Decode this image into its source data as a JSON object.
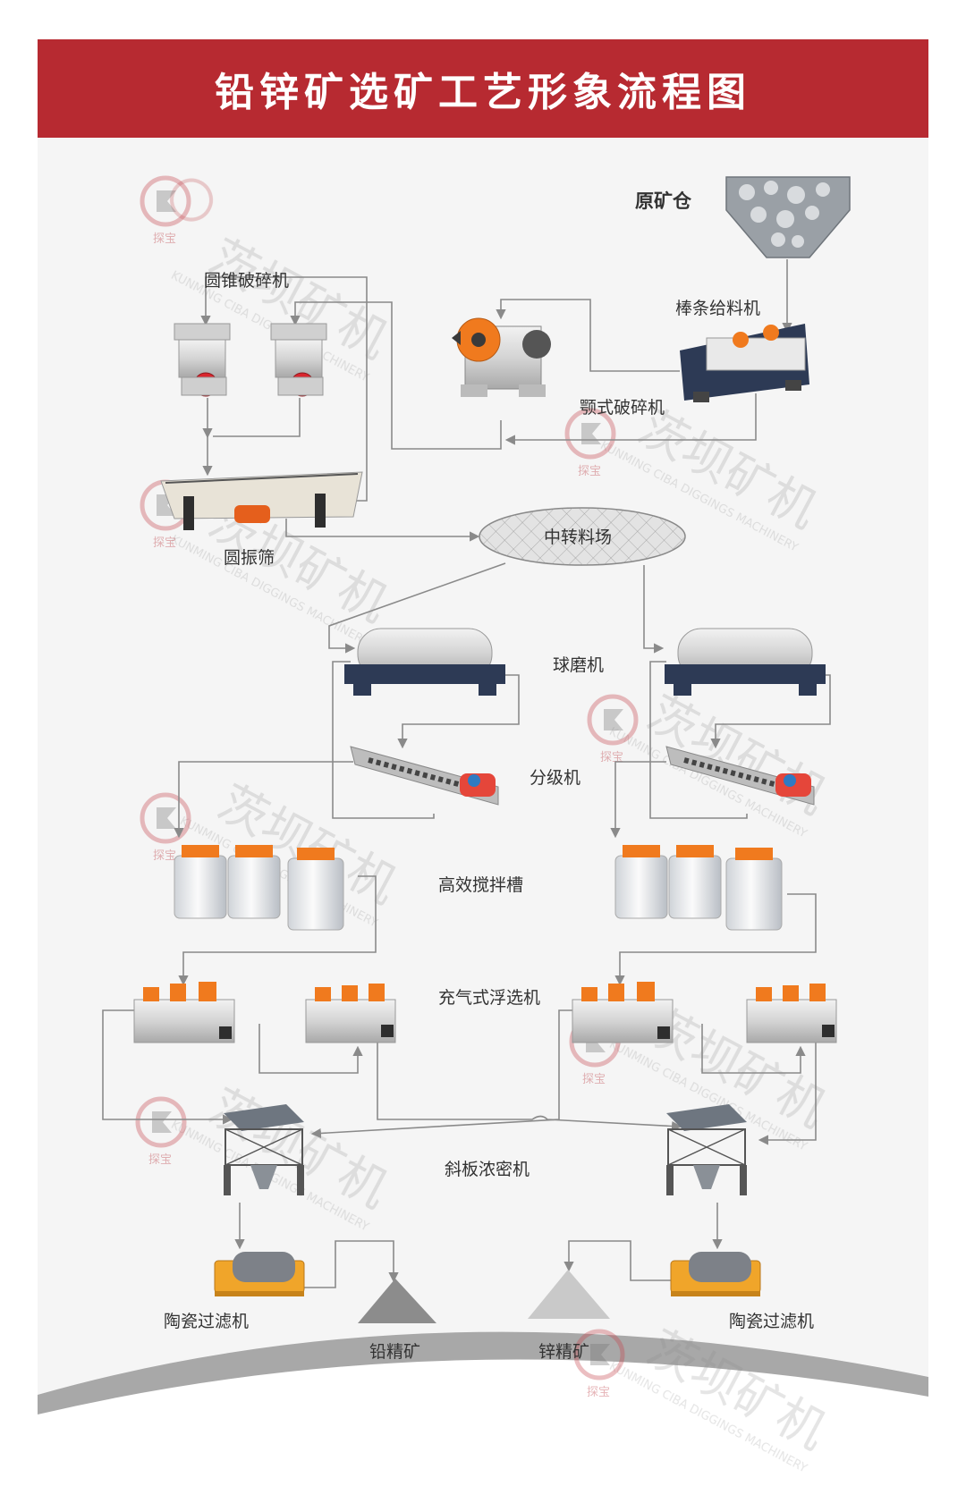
{
  "title": "铅锌矿选矿工艺形象流程图",
  "labels": {
    "raw_ore_bin": "原矿仓",
    "bar_feeder": "棒条给料机",
    "jaw_crusher": "颚式破碎机",
    "cone_crusher": "圆锥破碎机",
    "vibrating_screen": "圆振筛",
    "transfer_yard": "中转料场",
    "ball_mill": "球磨机",
    "classifier": "分级机",
    "agitation_tank": "高效搅拌槽",
    "flotation_machine": "充气式浮选机",
    "thickener": "斜板浓密机",
    "ceramic_filter_left": "陶瓷过滤机",
    "ceramic_filter_right": "陶瓷过滤机",
    "lead_concentrate": "铅精矿",
    "zinc_concentrate": "锌精矿"
  },
  "watermark": {
    "brand": "茨坝矿机",
    "english": "KUNMING CIBA DIGGINGS MACHINERY",
    "logo_char": "探宝"
  },
  "colors": {
    "banner": "#b72a31",
    "flow_line": "#8a8a8a",
    "machine_orange": "#f07a1e",
    "machine_red": "#d9262e",
    "machine_navy": "#2d3a55",
    "concentrate_grey": "#8c8c8c"
  },
  "icons": [
    "ore-bin-icon",
    "bar-feeder-icon",
    "jaw-crusher-icon",
    "cone-crusher-icon",
    "vibrating-screen-icon",
    "ball-mill-icon",
    "spiral-classifier-icon",
    "agitation-tank-icon",
    "flotation-cell-icon",
    "thickener-icon",
    "ceramic-filter-icon",
    "concentrate-pile-icon"
  ]
}
